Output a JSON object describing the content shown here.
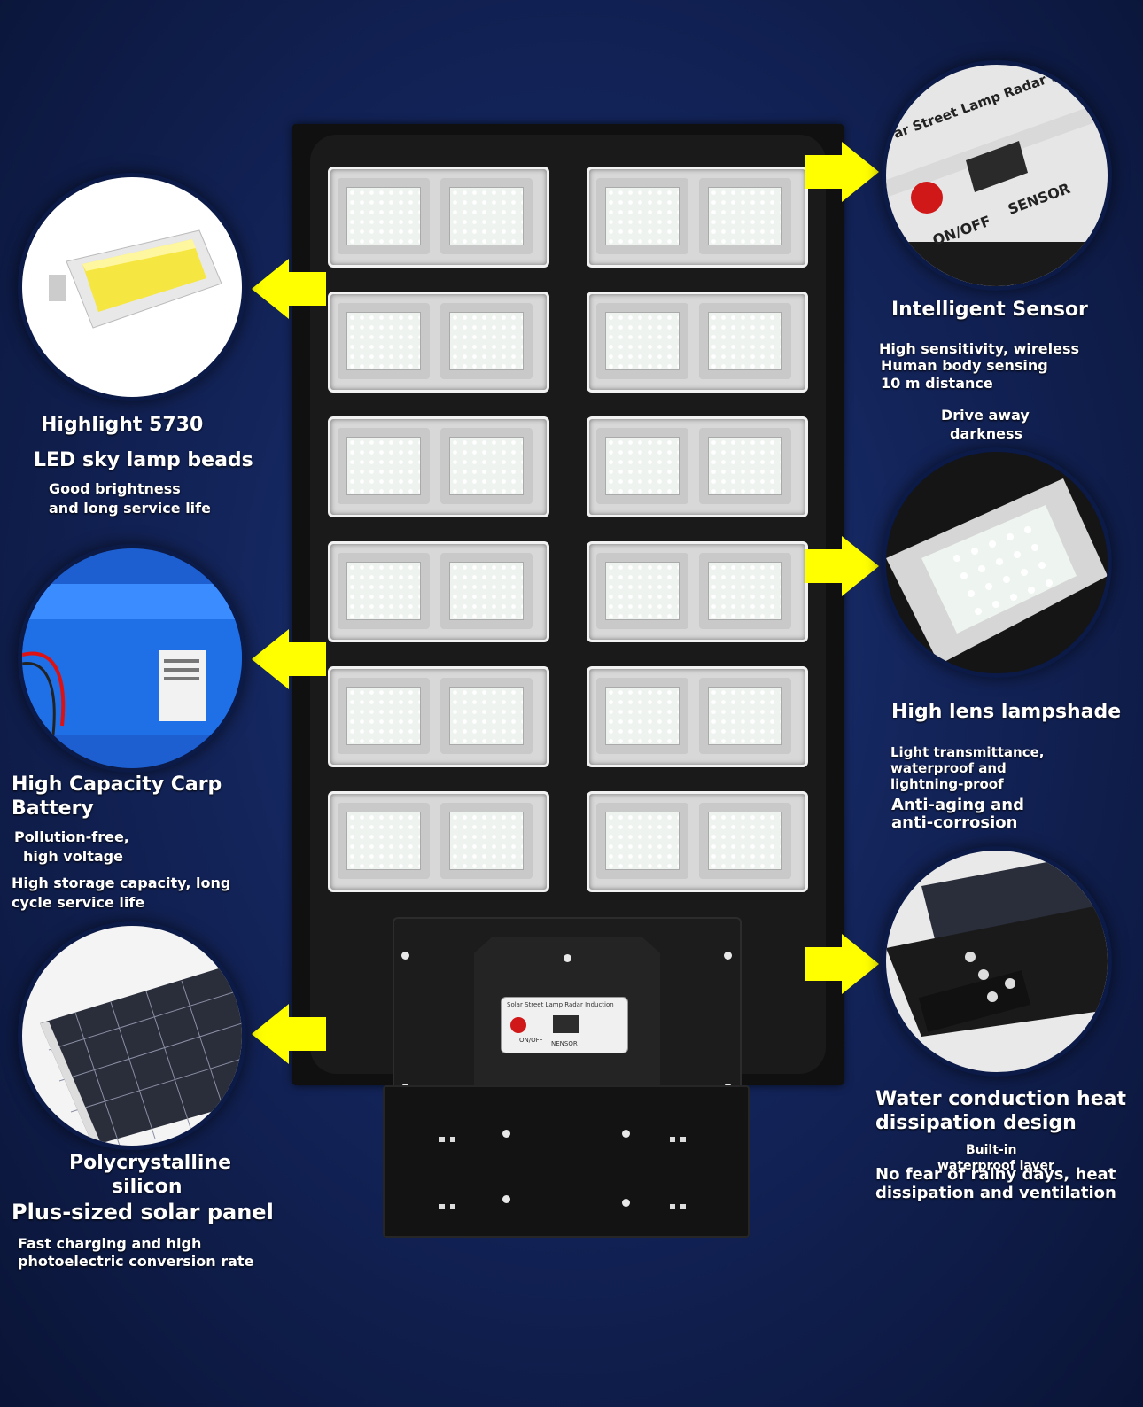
{
  "colors": {
    "background": "#13245a",
    "arrow": "#ffff00",
    "lamp": "#101010"
  },
  "features": {
    "lamp_beads": {
      "title_line1": "Highlight 5730",
      "title_line2": "LED sky lamp beads",
      "desc_line1": "Good brightness",
      "desc_line2": "and long service life"
    },
    "battery": {
      "title_line1": "High Capacity Carp",
      "title_line2": "Battery",
      "desc1_line1": "Pollution-free,",
      "desc1_line2": "high voltage",
      "desc2_line1": "High storage capacity, long",
      "desc2_line2": "cycle service life"
    },
    "solar_panel": {
      "title_line1": "Polycrystalline",
      "title_line2": "silicon",
      "title_line3": "Plus-sized solar panel",
      "desc_line1": "Fast charging and high",
      "desc_line2": "photoelectric conversion rate"
    },
    "sensor": {
      "title": "Intelligent Sensor",
      "desc_line1": "High sensitivity, wireless",
      "desc_line2": "Human body sensing",
      "desc_line3": "10 m distance",
      "desc2_line1": "Drive away",
      "desc2_line2": "darkness",
      "closeup_label": "ar Street Lamp Radar Indu",
      "closeup_button": "ON/OFF",
      "closeup_sensor": "SENSOR"
    },
    "lampshade": {
      "title": "High lens lampshade",
      "desc_line1": "Light transmittance,",
      "desc_line2": "waterproof and",
      "desc_line3": "lightning-proof",
      "desc2_line1": "Anti-aging and",
      "desc2_line2": "anti-corrosion"
    },
    "heat": {
      "title_line1": "Water conduction heat",
      "title_line2": "dissipation design",
      "desc_line1": "Built-in",
      "desc_line2": "waterproof layer",
      "desc2_line1": "No fear of rainy days, heat",
      "desc2_line2": "dissipation and ventilation"
    }
  },
  "lamp": {
    "plate_label": "Solar Street Lamp Radar Induction",
    "plate_button": "ON/OFF",
    "plate_sensor": "NENSOR"
  }
}
